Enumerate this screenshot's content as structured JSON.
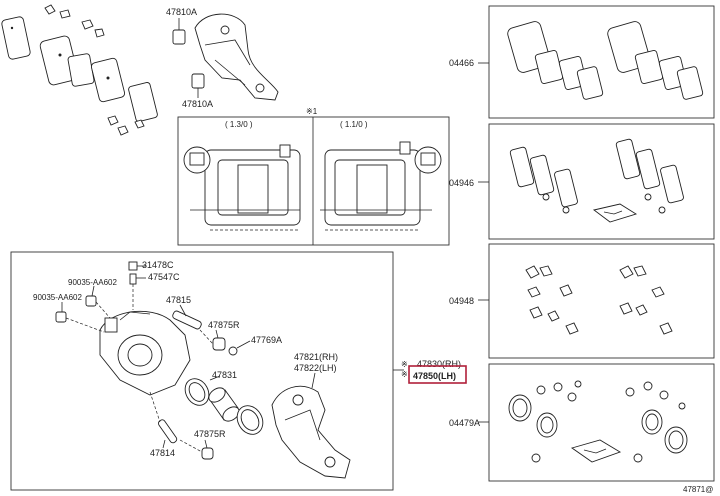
{
  "labels": {
    "p47810a_top": "47810A",
    "p47810a_bot": "47810A",
    "p31478c": "31478C",
    "p47547c": "47547C",
    "p90035_a": "90035-AA602",
    "p90035_b": "90035-AA602",
    "p47815": "47815",
    "p47875r_a": "47875R",
    "p47769a": "47769A",
    "p47821": "47821(RH)",
    "p47822": "47822(LH)",
    "p47831": "47831",
    "p47875r_b": "47875R",
    "p47814": "47814",
    "p47830": "47830(RH)",
    "p47850": "47850(LH)",
    "p04466": "04466",
    "p04946": "04946",
    "p04948": "04948",
    "p04479a": "04479A",
    "inset_ref": "※1",
    "inset_left": "(   1.3/0   )",
    "inset_right": "(   1.1/0   )",
    "footer": "47871@"
  },
  "highlight_color": "#b0203a"
}
